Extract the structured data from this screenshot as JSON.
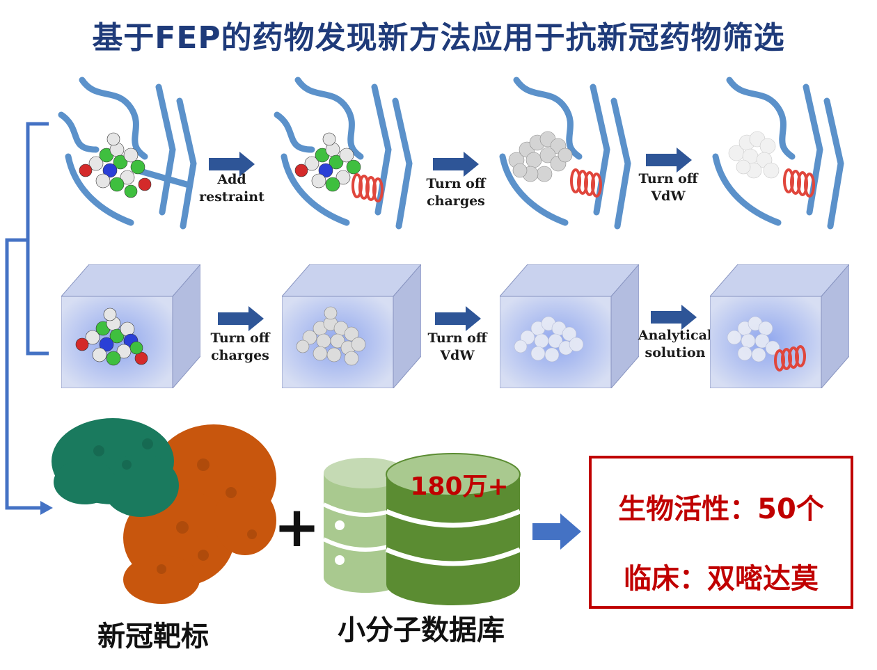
{
  "title": "基于FEP的药物发现新方法应用于抗新冠药物筛选",
  "row1_steps": [
    {
      "line1": "Add",
      "line2": "restraint"
    },
    {
      "line1": "Turn off",
      "line2": "charges"
    },
    {
      "line1": "Turn off",
      "line2": "VdW"
    }
  ],
  "row2_steps": [
    {
      "line1": "Turn off",
      "line2": "charges"
    },
    {
      "line1": "Turn off",
      "line2": "VdW"
    },
    {
      "line1": "Analytical",
      "line2": "solution"
    }
  ],
  "target_caption": "新冠靶标",
  "database": {
    "count": "180万+",
    "caption": "小分子数据库"
  },
  "results": {
    "line1": "生物活性：50个",
    "line2": "临床：双嘧达莫"
  },
  "colors": {
    "title": "#1f3b7a",
    "arrow": "#2e5597",
    "bracket": "#4472c4",
    "result_red": "#c00000",
    "db_green_dark": "#5b8c32",
    "db_green_light": "#a9c98f",
    "protein_teal": "#1a7a5e",
    "protein_orange": "#c8560d",
    "protein_ribbon": "#4a86c5"
  }
}
